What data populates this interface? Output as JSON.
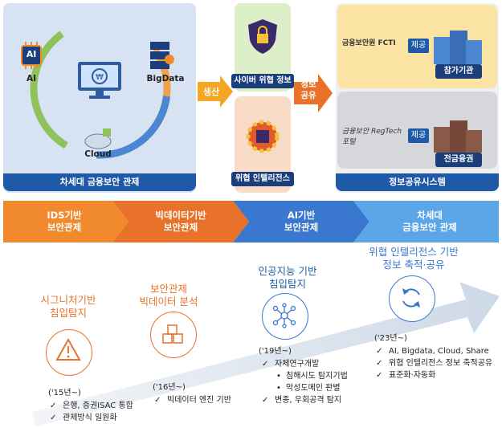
{
  "top": {
    "left_panel": {
      "center_icon": "monitor-icon",
      "nodes": [
        {
          "label": "AI",
          "chip_text": "AI"
        },
        {
          "label": "BigData"
        },
        {
          "label": "Cloud"
        }
      ],
      "caption": "차세대 금융보안 관제"
    },
    "arrow_produce": "생산",
    "middle": {
      "cyber": "사이버 위협 정보",
      "intel": "위협 인텔리전스"
    },
    "arrow_share": "정보\n공유",
    "right_panel": {
      "org1_logo": "금융보안원 FCTI",
      "org2_logo": "금융보안 RegTech 포털",
      "provide1": "제공",
      "provide2": "제공",
      "participant": "참가기관",
      "fin_area": "전금융권",
      "caption": "정보공유시스템"
    }
  },
  "stages": [
    {
      "title": "IDS기반\n보안관제",
      "color": "#f08a2c"
    },
    {
      "title": "빅데이터기반\n보안관제",
      "color": "#e8722a"
    },
    {
      "title": "AI기반\n보안관제",
      "color": "#3a78d0"
    },
    {
      "title": "차세대\n금융보안 관제",
      "color": "#5aa6e6"
    }
  ],
  "timeline": [
    {
      "title": "시그니처기반\n침입탐지",
      "year": "('15년~)",
      "items": [
        "은행, 증권ISAC 통합",
        "관제방식 일원화"
      ],
      "icon": "warning-icon"
    },
    {
      "title": "보안관제\n빅데이터 분석",
      "year": "('16년~)",
      "items": [
        "빅데이터 엔진 기반"
      ],
      "icon": "cubes-icon"
    },
    {
      "title": "인공지능 기반\n침입탐지",
      "year": "('19년~)",
      "items": [
        "자체연구개발",
        "변종, 우회공격 탐지"
      ],
      "sub_items": [
        "침해시도 탐지기법",
        "악성도메인 판별"
      ],
      "icon": "network-icon"
    },
    {
      "title": "위협 인텔리전스 기반\n정보 축적·공유",
      "year": "('23년~)",
      "items": [
        "AI, Bigdata, Cloud, Share",
        "위협 인텔리전스 정보 축적공유",
        "표준화·자동화"
      ],
      "icon": "refresh-icon"
    }
  ],
  "colors": {
    "orange": "#f08a2c",
    "blue": "#1e5aa8",
    "lightblue": "#5aa6e6",
    "green": "#8fc25a"
  }
}
